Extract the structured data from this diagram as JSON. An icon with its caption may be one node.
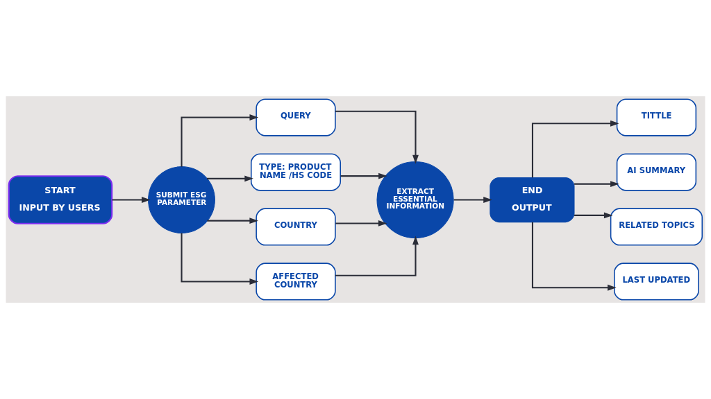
{
  "diagram": {
    "nodes": [
      {
        "text": [
          "START",
          "INPUT BY USERS"
        ]
      },
      {
        "text": [
          "SUBMIT ESG PARAMETER"
        ]
      },
      {
        "text": [
          "QUERY"
        ]
      },
      {
        "text": [
          "TYPE: PRODUCT NAME /HS CODE"
        ]
      },
      {
        "text": [
          "COUNTRY"
        ]
      },
      {
        "text": [
          "AFFECTED COUNTRY"
        ]
      },
      {
        "text": [
          "EXTRACT ESSENTIAL INFORMATION"
        ]
      },
      {
        "text": [
          "END",
          "OUTPUT"
        ]
      },
      {
        "text": [
          "TITTLE"
        ]
      },
      {
        "text": [
          "AI SUMMARY"
        ]
      },
      {
        "text": [
          "RELATED TOPICS"
        ]
      },
      {
        "text": [
          "LAST UPDATED"
        ]
      }
    ],
    "edges": [
      {
        "from": 0,
        "to": 1,
        "arrow": "to"
      },
      {
        "from": 1,
        "to": 2,
        "arrow": "to"
      },
      {
        "from": 1,
        "to": 3,
        "arrow": "to"
      },
      {
        "from": 1,
        "to": 4,
        "arrow": "to"
      },
      {
        "from": 1,
        "to": 5,
        "arrow": "to"
      },
      {
        "from": 2,
        "to": 6,
        "arrow": "to"
      },
      {
        "from": 3,
        "to": 6,
        "arrow": "to"
      },
      {
        "from": 4,
        "to": 6,
        "arrow": "to"
      },
      {
        "from": 5,
        "to": 6,
        "arrow": "to"
      },
      {
        "from": 6,
        "to": 7,
        "arrow": "to"
      },
      {
        "from": 7,
        "to": 8,
        "arrow": "to"
      },
      {
        "from": 7,
        "to": 9,
        "arrow": "to"
      },
      {
        "from": 7,
        "to": 10,
        "arrow": "to"
      },
      {
        "from": 7,
        "to": 11,
        "arrow": "to"
      }
    ]
  }
}
